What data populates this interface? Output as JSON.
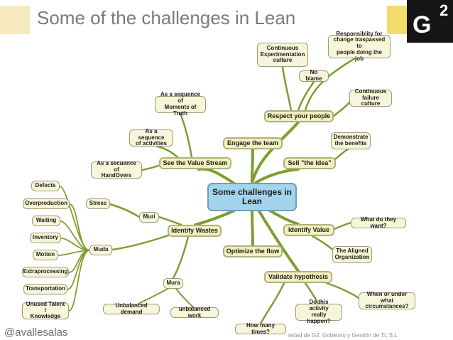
{
  "slide": {
    "title": "Some of the challenges in Lean",
    "logo": {
      "text": "G",
      "superscript": "2"
    },
    "handle": "@avallesalas",
    "footer": "iedad de G2, Gobierno y Gestión de TI, S.L."
  },
  "colors": {
    "center_fill": "#a3d4ee",
    "main_fill": "#f1f1bf",
    "leaf_fill": "#f8f6da",
    "edge": "#7d9e31"
  },
  "mindmap": {
    "center": "Some challenges in\nLean",
    "branches": {
      "respect": {
        "label": "Respect your people",
        "children": {
          "continuous": "Continuous\nExperimentation\nculture",
          "responsibility": "Responsiblity for\nchange traspassed to\npeople doing the job",
          "noblame": "No blame",
          "failure": "Continuous\nfailure culture"
        }
      },
      "engage": {
        "label": "Engage the team"
      },
      "sell": {
        "label": "Sell \"the idea\"",
        "children": {
          "demonstrate": "Demonstrate\nthe benefits"
        }
      },
      "valuestream": {
        "label": "See the Value Stream",
        "children": {
          "moments": "As a sequence of\nMoments of Truth",
          "activities": "As a sequence\nof activities",
          "handovers": "As a secuence of\nHandOvers"
        }
      },
      "wastes": {
        "label": "Identify Wastes",
        "children": {
          "muri": "Muri",
          "stress": "Stress",
          "muda": "Muda",
          "muda_items": {
            "defects": "Defects",
            "overproduction": "Overproduction",
            "waiting": "Waiting",
            "inventory": "Inventory",
            "motion": "Motion",
            "extraprocessing": "Extraprocessing",
            "transportation": "Transportation",
            "talent": "Unused Talent /\nKnowledge"
          },
          "mura": "Mura",
          "mura_items": {
            "unbalanced_demand": "Unbalanced demand",
            "unbalanced_work": "unbalanced work"
          }
        }
      },
      "value": {
        "label": "Identify Value",
        "children": {
          "want": "What do they want?",
          "aligned": "The Aligned\nOrganization"
        }
      },
      "optimize": {
        "label": "Optimize the flow"
      },
      "validate": {
        "label": "Validate hypothesis",
        "children": {
          "when": "When or under what\ncircumstances?",
          "happen": "Do this activity\nreally happen?",
          "howmany": "How many times?"
        }
      }
    }
  }
}
